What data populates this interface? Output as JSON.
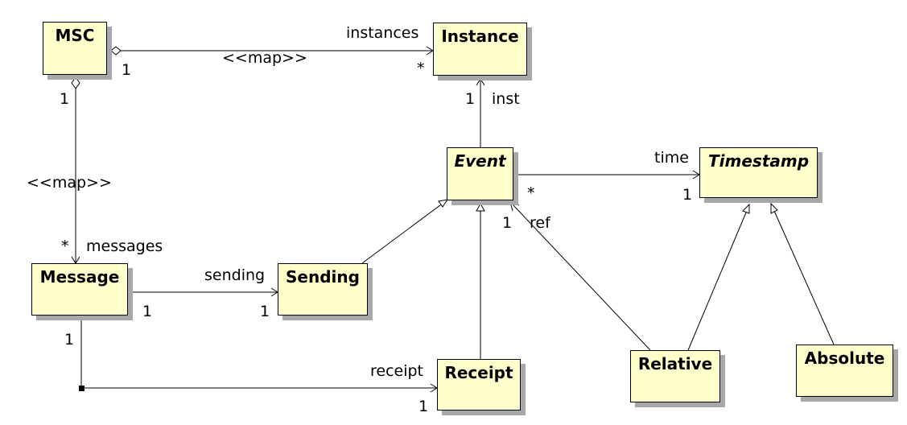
{
  "classes": {
    "msc": "MSC",
    "instance": "Instance",
    "event": "Event",
    "timestamp": "Timestamp",
    "message": "Message",
    "sending": "Sending",
    "receipt": "Receipt",
    "relative": "Relative",
    "absolute": "Absolute"
  },
  "associations": {
    "msc_instances": {
      "role": "instances",
      "stereotype": "<<map>>",
      "source_mult": "1",
      "target_mult": "*"
    },
    "event_instance": {
      "role": "inst",
      "target_mult": "1"
    },
    "msc_messages": {
      "stereotype": "<<map>>",
      "source_mult": "1",
      "target_mult": "*",
      "role": "messages"
    },
    "event_timestamp": {
      "role": "time",
      "source_mult": "*",
      "target_mult": "1"
    },
    "message_sending": {
      "role": "sending",
      "source_mult": "1",
      "target_mult": "1"
    },
    "relative_event": {
      "role": "ref",
      "target_mult": "1"
    },
    "message_receipt": {
      "role": "receipt",
      "source_mult": "1",
      "target_mult": "1"
    }
  },
  "colors": {
    "class_fill": "#ffffcc",
    "shadow": "#a8a8a8",
    "line": "#000000"
  }
}
